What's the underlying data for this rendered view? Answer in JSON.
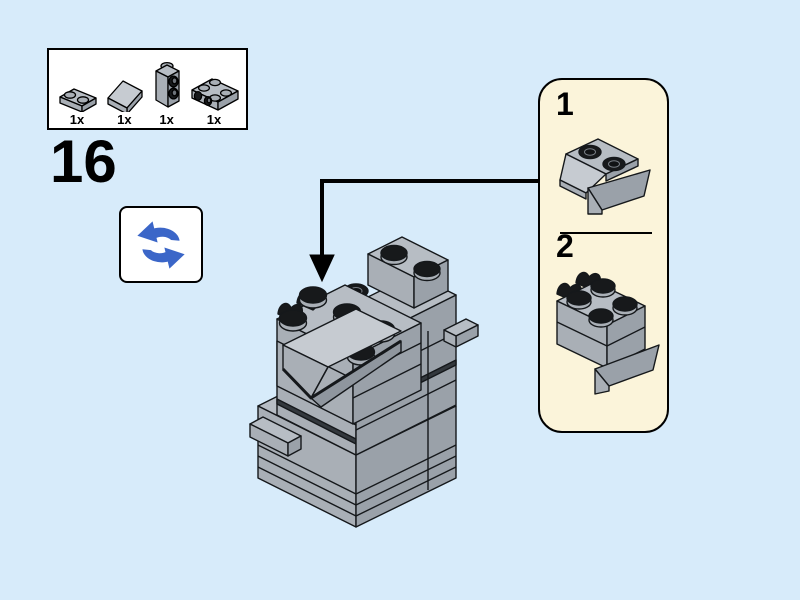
{
  "step": {
    "number": "16"
  },
  "parts_box": {
    "items": [
      {
        "part": "plate-1x2",
        "count": "1x"
      },
      {
        "part": "slope-1x2",
        "count": "1x"
      },
      {
        "part": "brick-1x1-studs-on-sides",
        "count": "1x"
      },
      {
        "part": "bracket-2x2-studs-on-side",
        "count": "1x"
      }
    ]
  },
  "rotate_symbol": {
    "icon": "circular-rotate-arrows"
  },
  "callout": {
    "substeps": [
      {
        "label": "1",
        "figure": "slope-with-bracket-subassembly"
      },
      {
        "label": "2",
        "figure": "plate-2x2-on-subassembly"
      }
    ]
  },
  "colors": {
    "background": "#d7ebfa",
    "callout_background": "#fbf4da",
    "rotate_arrow_blue": "#3b66c8",
    "brick_gray_left": "#a9afb6",
    "brick_gray_right": "#9aa1a9",
    "brick_gray_top": "#b7bdc4",
    "brick_gray_light": "#c6cbd1",
    "stud_black": "#17191b",
    "outline": "#000000"
  }
}
